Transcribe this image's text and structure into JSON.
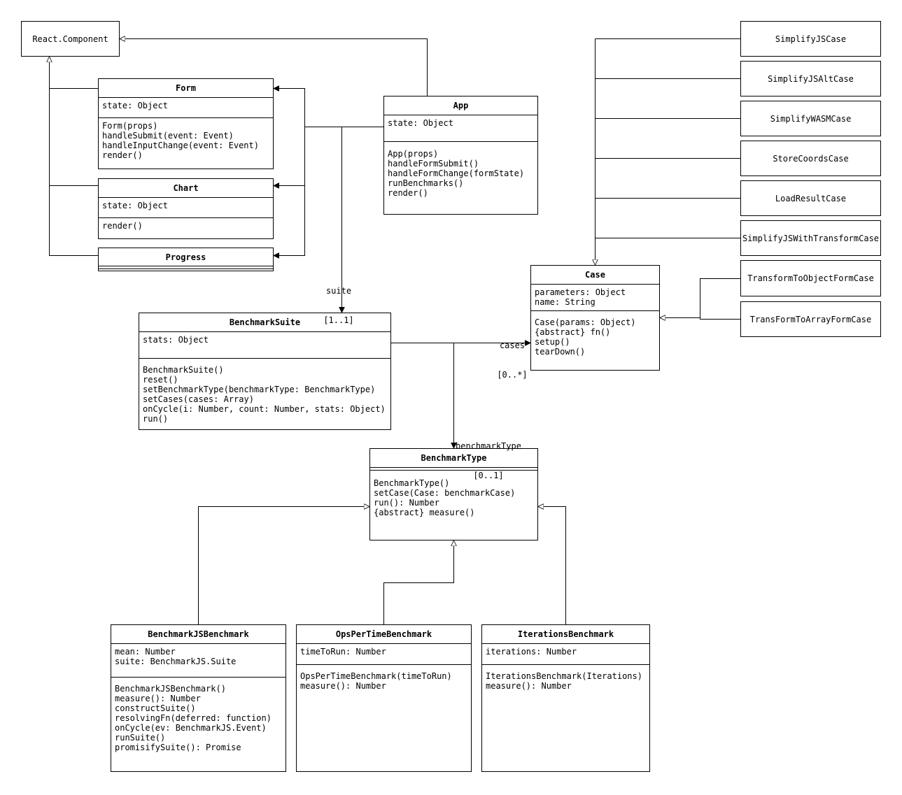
{
  "classes": {
    "react_component": {
      "name": "React.Component"
    },
    "form": {
      "name": "Form",
      "attributes": [
        "state: Object"
      ],
      "methods": [
        "Form(props)",
        "handleSubmit(event: Event)",
        "handleInputChange(event: Event)",
        "render()"
      ]
    },
    "chart": {
      "name": "Chart",
      "attributes": [
        "state: Object"
      ],
      "methods": [
        "render()"
      ]
    },
    "progress": {
      "name": "Progress"
    },
    "app": {
      "name": "App",
      "attributes": [
        "state: Object"
      ],
      "methods": [
        "App(props)",
        "handleFormSubmit()",
        "handleFormChange(formState)",
        "runBenchmarks()",
        "render()"
      ]
    },
    "benchmark_suite": {
      "name": "BenchmarkSuite",
      "attributes": [
        "stats: Object"
      ],
      "methods": [
        "BenchmarkSuite()",
        "reset()",
        "setBenchmarkType(benchmarkType: BenchmarkType)",
        "setCases(cases: Array)",
        "onCycle(i: Number, count: Number, stats: Object)",
        "run()"
      ]
    },
    "case": {
      "name": "Case",
      "attributes": [
        "parameters: Object",
        "name: String"
      ],
      "methods": [
        "Case(params: Object)",
        "{abstract} fn()",
        "setup()",
        "tearDown()"
      ]
    },
    "benchmark_type": {
      "name": "BenchmarkType",
      "methods": [
        "BenchmarkType()",
        "setCase(Case: benchmarkCase)",
        "run(): Number",
        "{abstract} measure()"
      ]
    },
    "benchmarkjs_benchmark": {
      "name": "BenchmarkJSBenchmark",
      "attributes": [
        "mean: Number",
        "suite: BenchmarkJS.Suite"
      ],
      "methods": [
        "BenchmarkJSBenchmark()",
        "measure(): Number",
        "constructSuite()",
        "resolvingFn(deferred: function)",
        "onCycle(ev: BenchmarkJS.Event)",
        "runSuite()",
        "promisifySuite(): Promise"
      ]
    },
    "ops_per_time_benchmark": {
      "name": "OpsPerTimeBenchmark",
      "attributes": [
        "timeToRun: Number"
      ],
      "methods": [
        "OpsPerTimeBenchmark(timeToRun)",
        "measure(): Number"
      ]
    },
    "iterations_benchmark": {
      "name": "IterationsBenchmark",
      "attributes": [
        "iterations: Number"
      ],
      "methods": [
        "IterationsBenchmark(Iterations)",
        "measure(): Number"
      ]
    }
  },
  "case_subclasses": [
    "SimplifyJSCase",
    "SimplifyJSAltCase",
    "SimplifyWASMCase",
    "StoreCoordsCase",
    "LoadResultCase",
    "SimplifyJSWithTransformCase",
    "TransformToObjectFormCase",
    "TransFormToArrayFormCase"
  ],
  "associations": {
    "suite": {
      "name": "suite",
      "multiplicity": "[1..1]"
    },
    "cases": {
      "name": "cases",
      "multiplicity": "[0..*]"
    },
    "benchmark_type": {
      "name": "benchmarkType",
      "multiplicity": "[0..1]"
    }
  }
}
